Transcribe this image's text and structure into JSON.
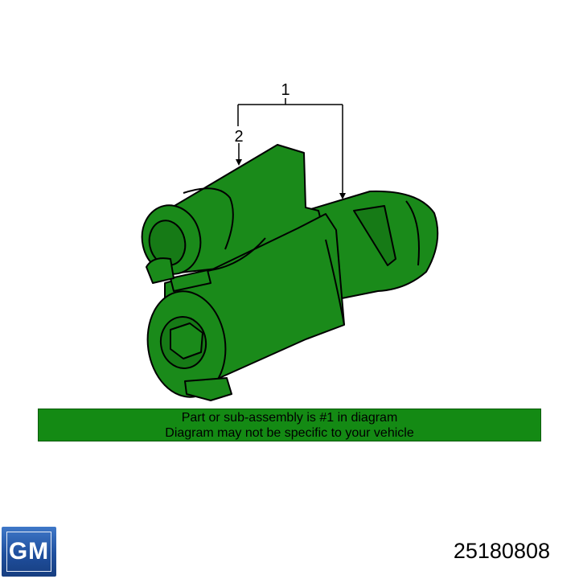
{
  "diagram": {
    "callouts": [
      "1",
      "2"
    ],
    "part_color": "#1a8a1a",
    "outline_color": "#000000"
  },
  "banner": {
    "line1": "Part or sub-assembly is #1 in diagram",
    "line2": "Diagram may not be specific to your vehicle",
    "background": "#148a14"
  },
  "logo": {
    "text": "GM",
    "color": "#2a5fb4"
  },
  "part_number": "25180808"
}
